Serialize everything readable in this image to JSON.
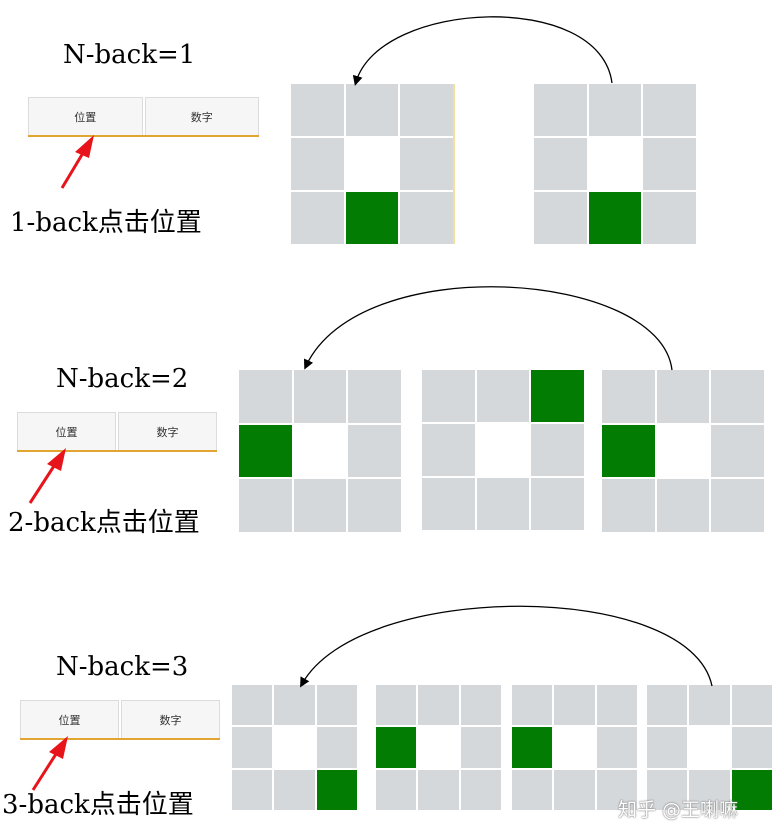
{
  "sections": [
    {
      "title": "N-back=1",
      "buttons": [
        "位置",
        "数字"
      ],
      "caption": "1-back点击位置",
      "grids": [
        7,
        7
      ]
    },
    {
      "title": "N-back=2",
      "buttons": [
        "位置",
        "数字"
      ],
      "caption": "2-back点击位置",
      "grids": [
        3,
        2,
        3
      ]
    },
    {
      "title": "N-back=3",
      "buttons": [
        "位置",
        "数字"
      ],
      "caption": "3-back点击位置",
      "grids": [
        8,
        3,
        3,
        8
      ]
    }
  ],
  "colors": {
    "cell": "#d5d8db",
    "active": "#037c04",
    "arrow": "#e8141b",
    "underline": "#e3a531"
  },
  "watermark": "知乎 @王喇嘛"
}
